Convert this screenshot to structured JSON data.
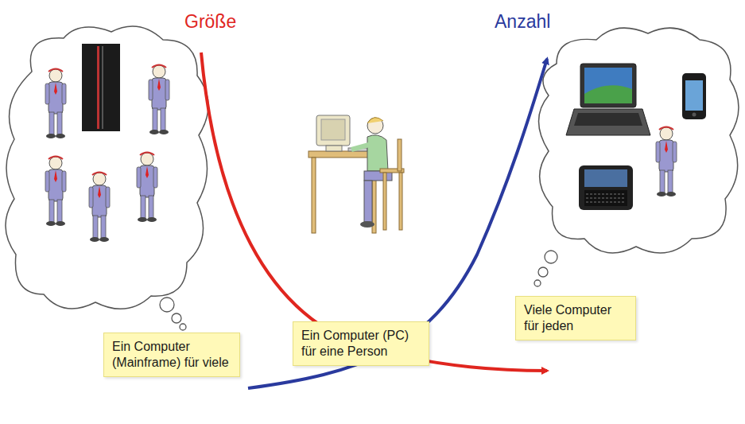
{
  "diagram": {
    "nodes": [
      {
        "text": [
          "Ein Computer (Mainframe) für viele"
        ]
      },
      {
        "text": [
          "Ein Computer (PC) für eine Person"
        ]
      },
      {
        "text": [
          "Viele Computer für jeden"
        ]
      }
    ],
    "labels": [
      "Größe",
      "Anzahl"
    ]
  }
}
